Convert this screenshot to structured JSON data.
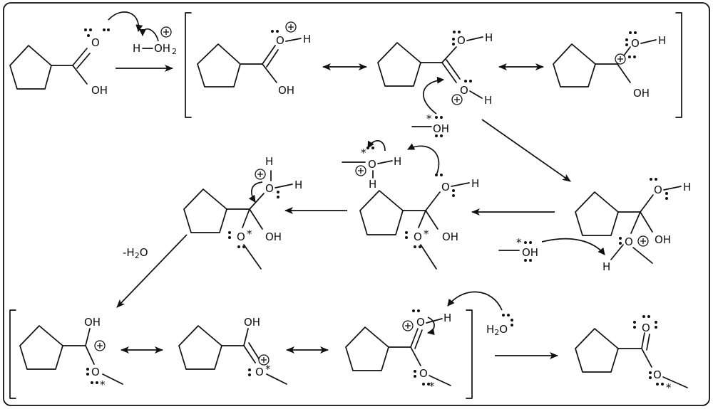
{
  "atoms": {
    "O": "O",
    "OH": "OH",
    "H": "H",
    "OH2": "OH",
    "OH2_sub": "2",
    "H2O_H": "H",
    "H2O_sub": "2",
    "H2O_O": "O",
    "star": "*"
  },
  "conditions": {
    "minus_h2o": "-H",
    "minus_h2o_sub": "2",
    "minus_h2o_tail": "O"
  }
}
